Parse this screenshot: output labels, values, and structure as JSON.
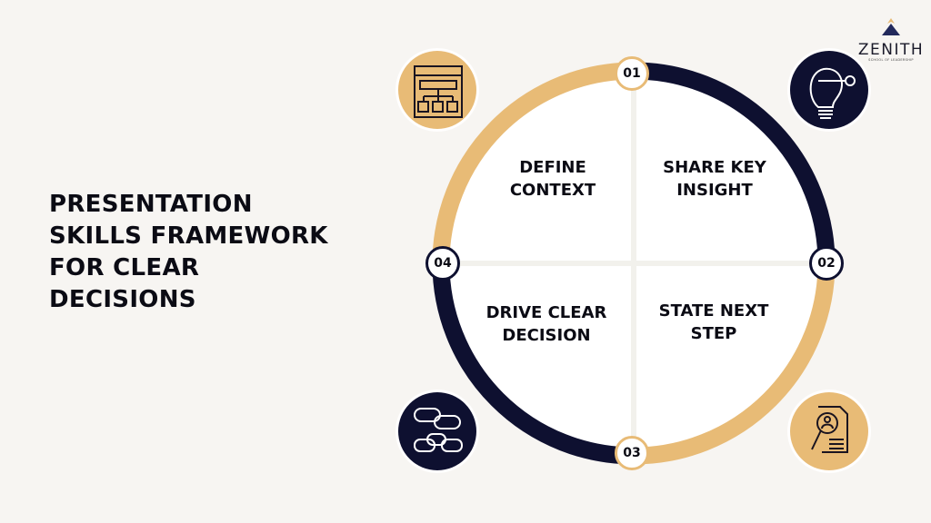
{
  "title_lines": [
    "PRESENTATION",
    "SKILLS FRAMEWORK",
    "FOR CLEAR",
    "DECISIONS"
  ],
  "steps": [
    {
      "number": "01",
      "label_lines": [
        "DEFINE",
        "CONTEXT"
      ],
      "icon": "flowchart-window-icon"
    },
    {
      "number": "02",
      "label_lines": [
        "SHARE KEY",
        "INSIGHT"
      ],
      "icon": "lightbulb-key-icon"
    },
    {
      "number": "03",
      "label_lines": [
        "STATE NEXT",
        "STEP"
      ],
      "icon": "document-search-user-icon"
    },
    {
      "number": "04",
      "label_lines": [
        "DRIVE CLEAR",
        "DECISION"
      ],
      "icon": "chat-bubbles-icon"
    }
  ],
  "logo": {
    "name": "ZENITH",
    "tagline": "SCHOOL OF LEADERSHIP"
  },
  "colors": {
    "tan": "#e8bb76",
    "navy": "#0e1030",
    "background": "#f7f5f2"
  }
}
